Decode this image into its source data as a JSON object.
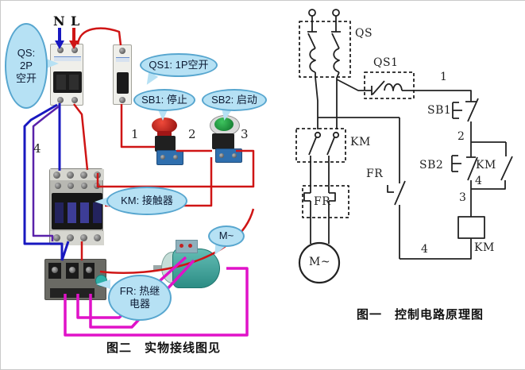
{
  "figure": {
    "type": "electrical-wiring-tutorial",
    "colors": {
      "wire_neutral_blue": "#1818c0",
      "wire_live_red": "#cf1515",
      "wire_motor_magenta": "#e012c8",
      "wire_coil_purple": "#5a22aa",
      "bubble_fill": "#b6e1f4",
      "bubble_border": "#57a6cf",
      "schematic_stroke": "#222222"
    }
  },
  "left": {
    "n_label": "N",
    "l_label": "L",
    "callouts": {
      "qs_line1": "QS:",
      "qs_line2": "2P",
      "qs_line3": "空开",
      "qs1": "QS1: 1P空开",
      "sb1": "SB1: 停止",
      "sb2": "SB2: 启动",
      "km": "KM: 接触器",
      "motor": "M~",
      "fr_line1": "FR: 热继",
      "fr_line2": "电器"
    },
    "numbers": {
      "n1": "1",
      "n2": "2",
      "n3": "3",
      "n4": "4"
    },
    "caption": "图二　实物接线图见"
  },
  "schematic": {
    "labels": {
      "qs": "QS",
      "qs1": "QS1",
      "sb1": "SB1",
      "sb2": "SB2",
      "km_aux": "KM",
      "km_coil": "KM",
      "km_main": "KM",
      "fr_contact": "FR",
      "fr_heater": "FR",
      "motor": "M~"
    },
    "numbers": {
      "n1": "1",
      "n2": "2",
      "n3": "3",
      "n4_branch": "4",
      "n4_bottom": "4"
    },
    "caption": "图一　控制电路原理图"
  }
}
